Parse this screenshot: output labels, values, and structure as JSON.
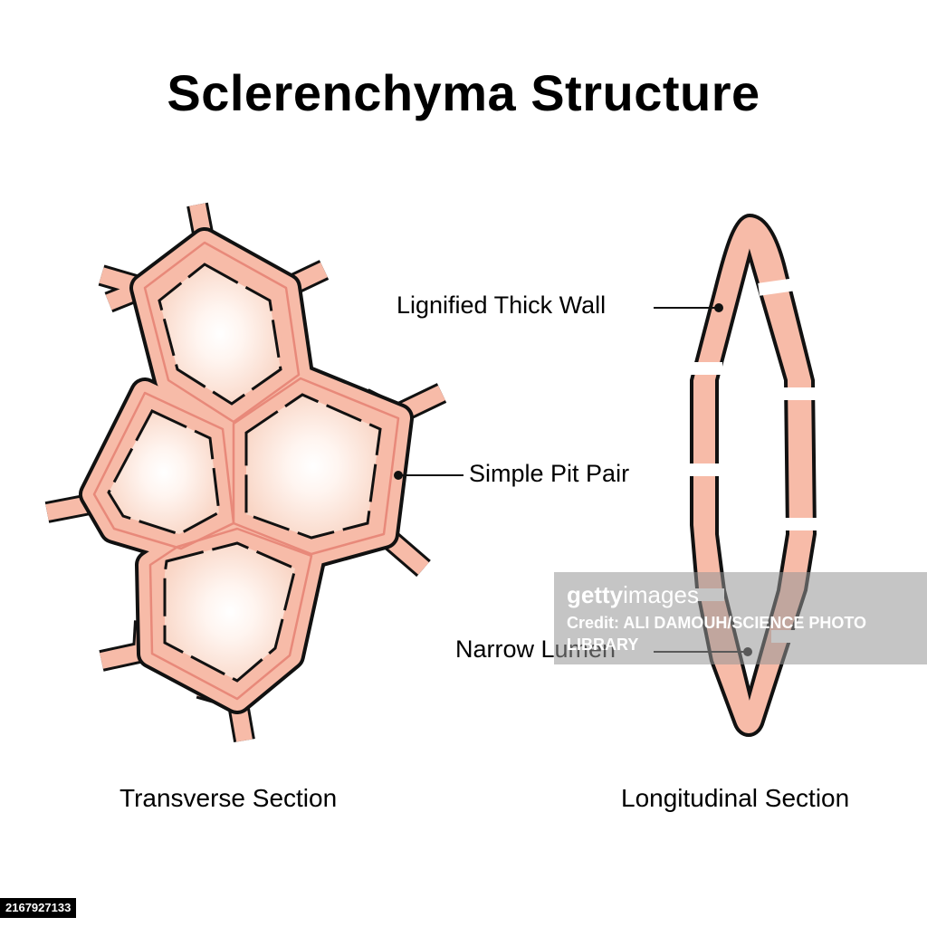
{
  "title": "Sclerenchyma Structure",
  "captions": {
    "transverse": "Transverse Section",
    "longitudinal": "Longitudinal Section"
  },
  "labels": {
    "wall": "Lignified Thick Wall",
    "pit": "Simple Pit Pair",
    "lumen": "Narrow Lumen"
  },
  "watermark": {
    "logo_bold": "getty",
    "logo_light": "images",
    "credit": "Credit: ALI DAMOUH/SCIENCE PHOTO LIBRARY"
  },
  "image_id": "2167927133",
  "colors": {
    "wall_fill": "#f7bba8",
    "middle_lamella": "#e8897a",
    "outline": "#111111",
    "lumen_glow": "#f9d6c6"
  }
}
